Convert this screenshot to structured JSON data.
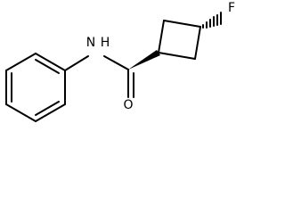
{
  "molecule": {
    "atoms": {
      "nitrogen": "N",
      "hydrogen": "H",
      "oxygen": "O",
      "fluorine": "F"
    },
    "stereo": {
      "amide_wedge": "bold-wedge",
      "fluoro_hash": "hashed-wedge"
    },
    "colors": {
      "bonds": "#000000",
      "labels": "#000000",
      "background": "#ffffff"
    }
  }
}
